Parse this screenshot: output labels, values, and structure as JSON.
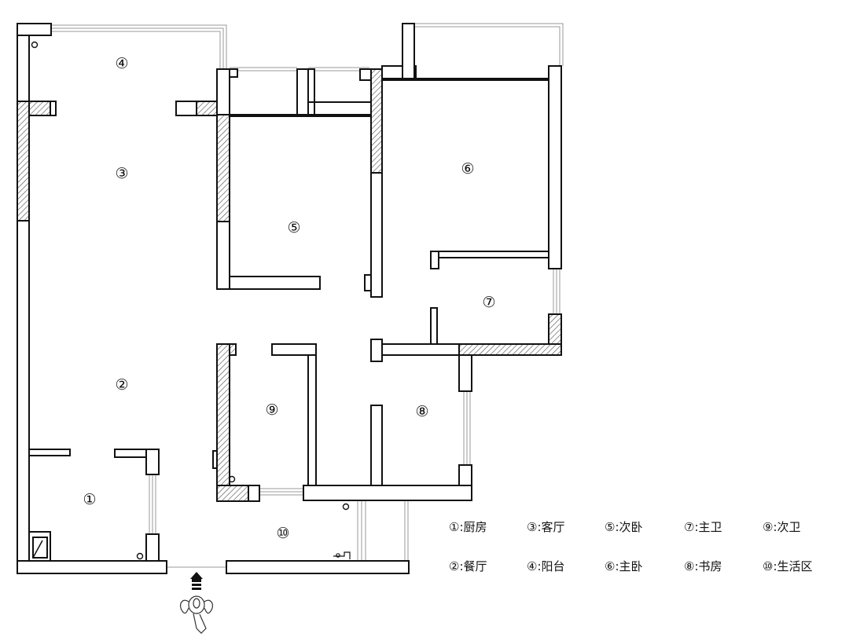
{
  "rooms": [
    {
      "num": "①",
      "name": "厨房"
    },
    {
      "num": "②",
      "name": "餐厅"
    },
    {
      "num": "③",
      "name": "客厅"
    },
    {
      "num": "④",
      "name": "阳台"
    },
    {
      "num": "⑤",
      "name": "次卧"
    },
    {
      "num": "⑥",
      "name": "主卧"
    },
    {
      "num": "⑦",
      "name": "主卫"
    },
    {
      "num": "⑧",
      "name": "书房"
    },
    {
      "num": "⑨",
      "name": "次卫"
    },
    {
      "num": "⑩",
      "name": "生活区"
    }
  ],
  "legend_separator": ":",
  "icons": [
    "entrance-arrow-icon",
    "person-icon",
    "drain-icon",
    "faucet-icon"
  ]
}
